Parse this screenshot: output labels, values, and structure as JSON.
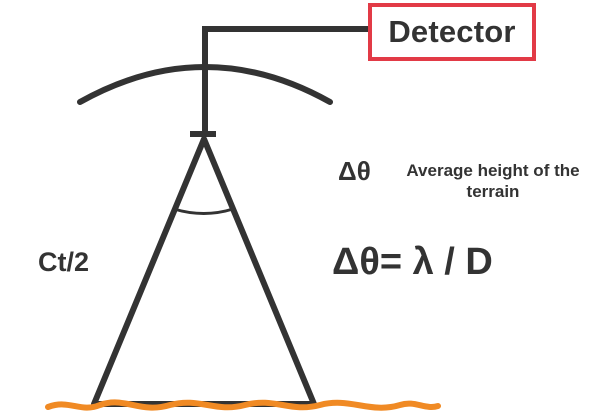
{
  "detector": {
    "label": "Detector",
    "border_color": "#e23a46"
  },
  "beam": {
    "angle_symbol": "Δθ",
    "description": "Average height of the terrain"
  },
  "range_label": "Ct/2",
  "formula": "Δθ= λ / D",
  "colors": {
    "ink": "#333333",
    "terrain": "#f08a24",
    "detector_border": "#e23a46"
  }
}
